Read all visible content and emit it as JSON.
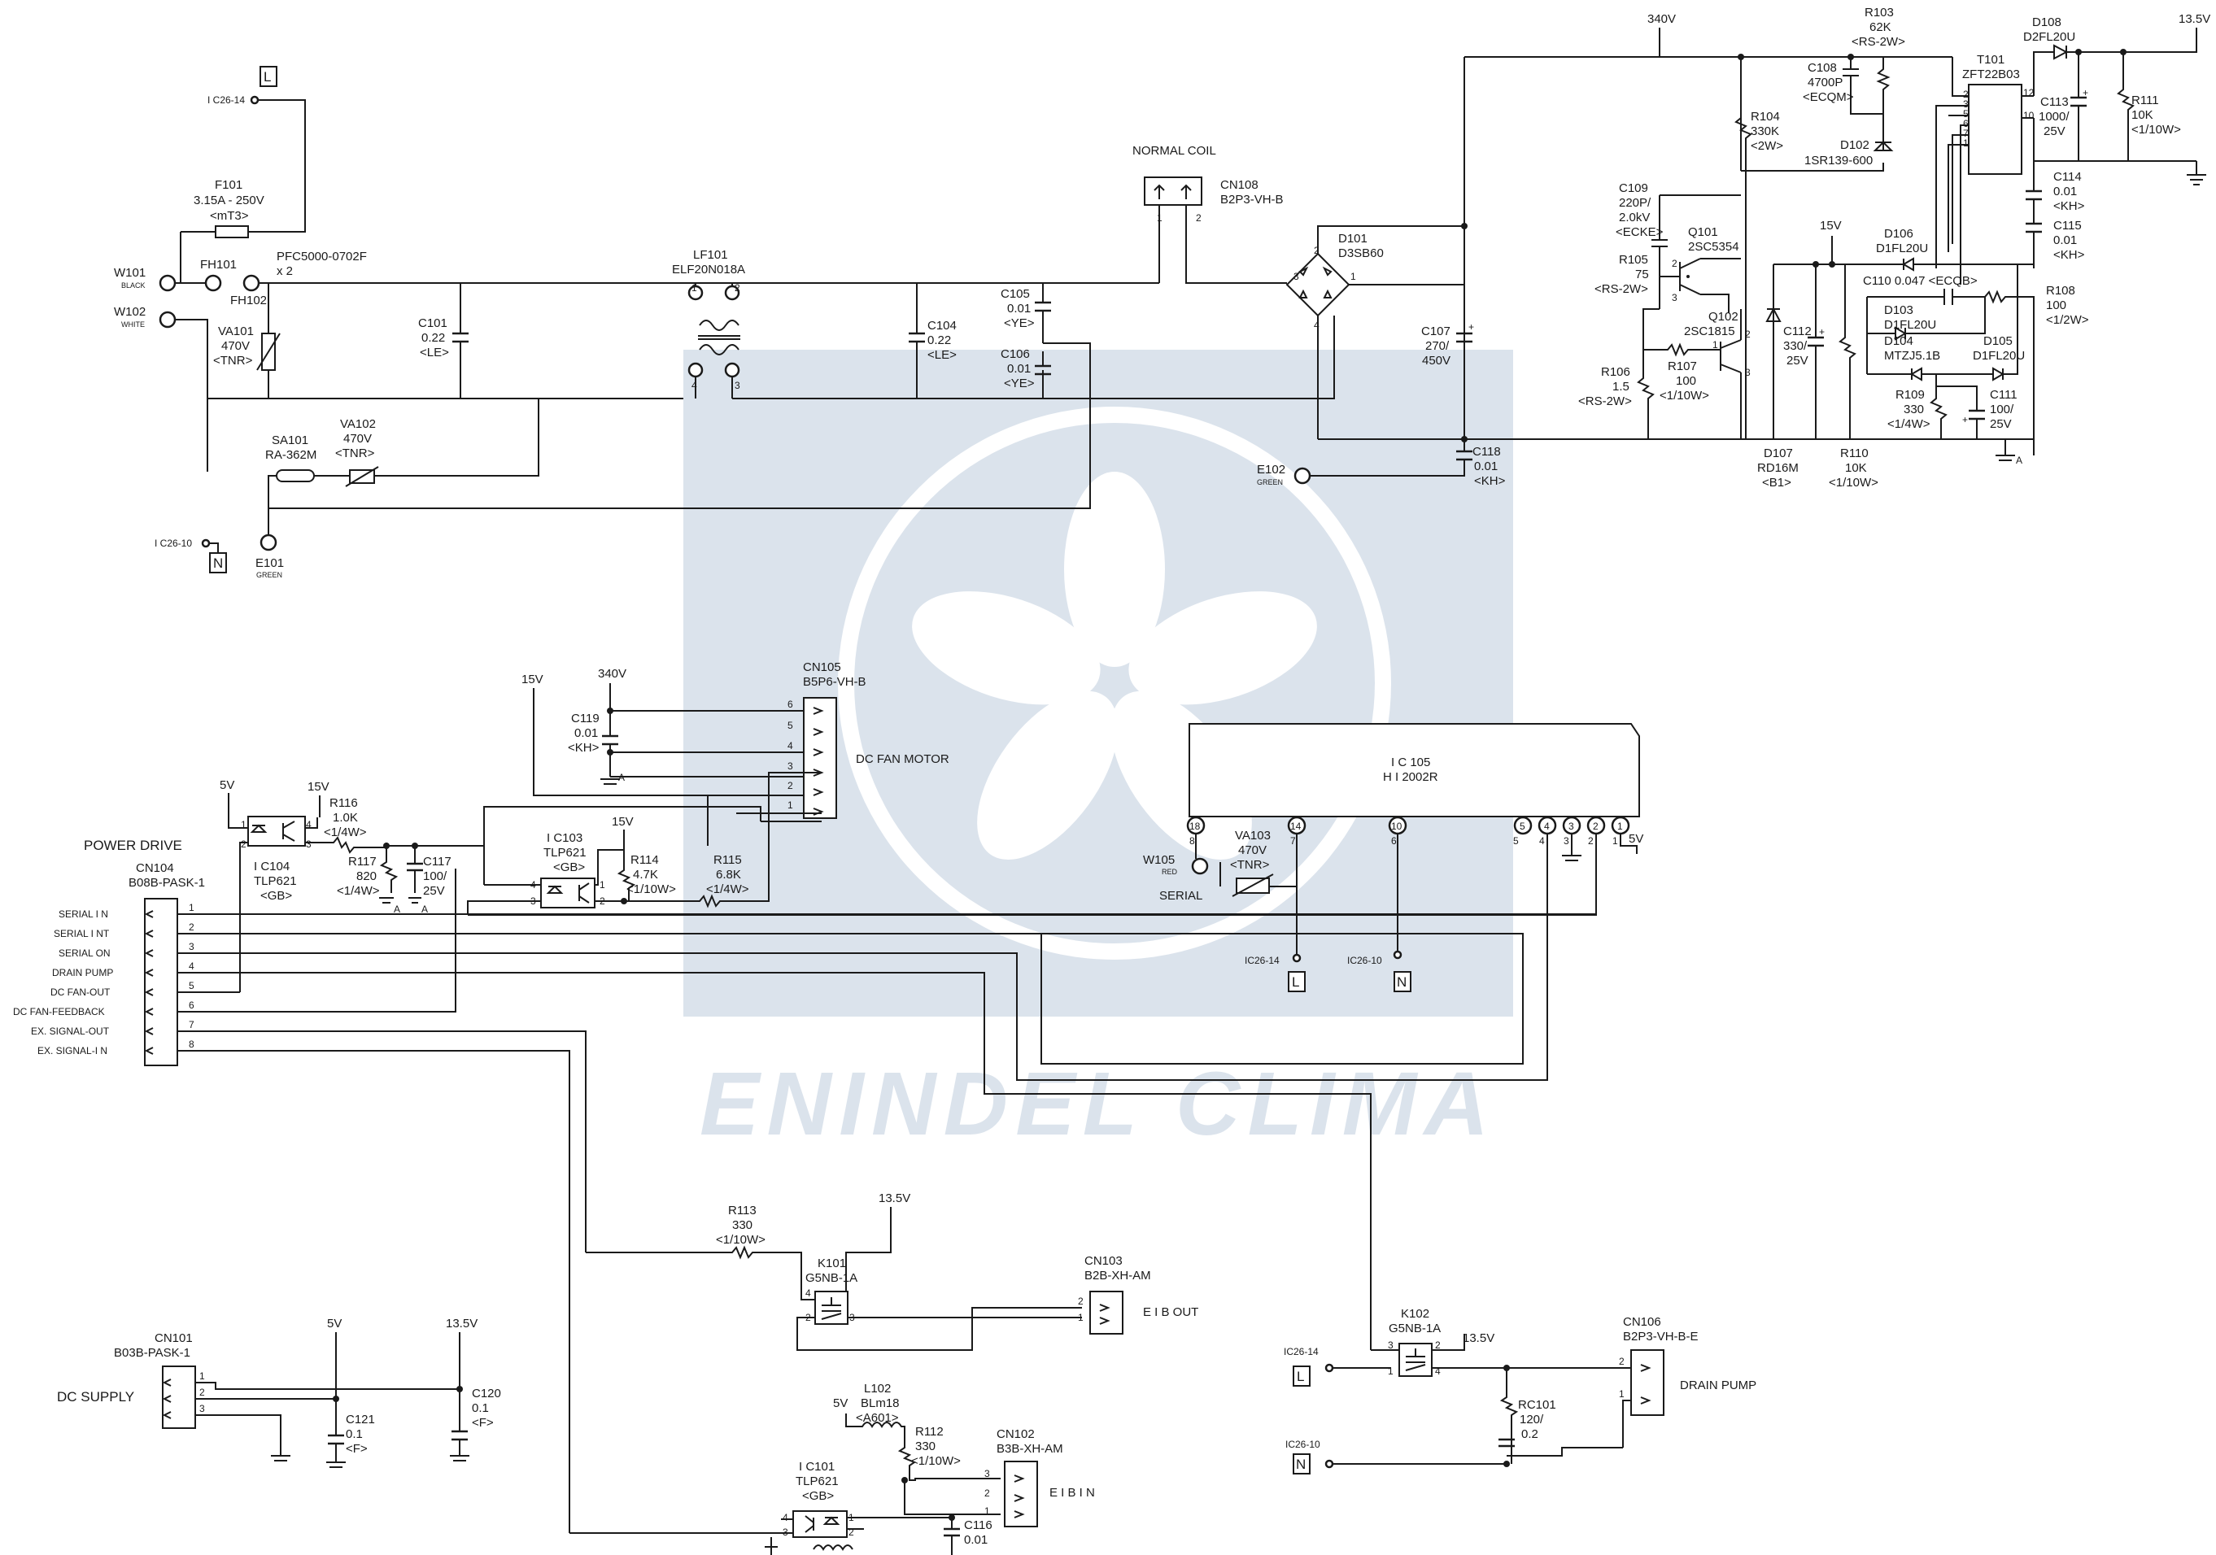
{
  "colors": {
    "ink": "#1a1a1a",
    "watermark": "#2e5c8f"
  },
  "watermark": {
    "text": "ENINDEL CLIMA",
    "icon": "flower-logo-icon"
  },
  "power": {
    "l_tag": "L",
    "n_tag": "N",
    "ic26_14": "I C26-14",
    "ic26_10": "I C26-10",
    "f101": [
      "F101",
      "3.15A - 250V",
      "<mT3>"
    ],
    "pfc": [
      "PFC5000-0702F",
      "x 2"
    ],
    "fh101": "FH101",
    "fh102": "FH102",
    "w101": "W101",
    "w101_sub": "BLACK",
    "w102": "W102",
    "w102_sub": "WHITE",
    "va101": [
      "VA101",
      "470V",
      "<TNR>"
    ],
    "c101": [
      "C101",
      "0.22",
      "<LE>"
    ],
    "lf101": [
      "LF101",
      "ELF20N018A"
    ],
    "c104": [
      "C104",
      "0.22",
      "<LE>"
    ],
    "c105": [
      "C105",
      "0.01",
      "<YE>"
    ],
    "c106": [
      "C106",
      "0.01",
      "<YE>"
    ],
    "normal_coil": "NORMAL COIL",
    "cn108": [
      "CN108",
      "B2P3-VH-B"
    ],
    "d101": [
      "D101",
      "D3SB60"
    ],
    "sa101": [
      "SA101",
      "RA-362M"
    ],
    "va102": [
      "VA102",
      "470V",
      "<TNR>"
    ],
    "e101": "E101",
    "e101_sub": "GREEN",
    "e102": "E102",
    "e102_sub": "GREEN",
    "c107": [
      "C107",
      "270/",
      "450V"
    ],
    "c118": [
      "C118",
      "0.01",
      "<KH>"
    ],
    "v340": "340V",
    "r103": [
      "R103",
      "62K",
      "<RS-2W>"
    ],
    "c108": [
      "C108",
      "4700P",
      "<ECQM>"
    ],
    "r104": [
      "R104",
      "330K",
      "<2W>"
    ],
    "d102": [
      "D102",
      "1SR139-600"
    ],
    "t101": [
      "T101",
      "ZFT22B03"
    ],
    "d108": [
      "D108",
      "D2FL20U"
    ],
    "v135": "13.5V",
    "c113": [
      "C113",
      "1000/",
      "25V"
    ],
    "r111": [
      "R111",
      "10K",
      "<1/10W>"
    ],
    "c114": [
      "C114",
      "0.01",
      "<KH>"
    ],
    "c115": [
      "C115",
      "0.01",
      "<KH>"
    ],
    "c109": [
      "C109",
      "220P/",
      "2.0kV",
      "<ECKE>"
    ],
    "q101": [
      "Q101",
      "2SC5354"
    ],
    "r105": [
      "R105",
      "75",
      "<RS-2W>"
    ],
    "q102": [
      "Q102",
      "2SC1815"
    ],
    "r106": [
      "R106",
      "1.5",
      "<RS-2W>"
    ],
    "r107": [
      "R107",
      "100",
      "<1/10W>"
    ],
    "v15": "15V",
    "d106": [
      "D106",
      "D1FL20U"
    ],
    "c110": "C110 0.047 <ECQB>",
    "r108": [
      "R108",
      "100",
      "<1/2W>"
    ],
    "d103": [
      "D103",
      "D1FL20U"
    ],
    "d104": [
      "D104",
      "MTZJ5.1B"
    ],
    "d105": [
      "D105",
      "D1FL20U"
    ],
    "c112": [
      "C112",
      "330/",
      "25V"
    ],
    "r109": [
      "R109",
      "330",
      "<1/4W>"
    ],
    "c111": [
      "C111",
      "100/",
      "25V"
    ],
    "d107": [
      "D107",
      "RD16M",
      "<B1>"
    ],
    "r110": [
      "R110",
      "10K",
      "<1/10W>"
    ],
    "gnd_a": "A"
  },
  "fan": {
    "v15": "15V",
    "v340": "340V",
    "c119": [
      "C119",
      "0.01",
      "<KH>"
    ],
    "cn105": [
      "CN105",
      "B5P6-VH-B"
    ],
    "title": "DC FAN MOTOR",
    "pins": [
      "6",
      "5",
      "4",
      "3",
      "2",
      "1"
    ],
    "gnd_a": "A"
  },
  "ic105": {
    "name": [
      "I C 105",
      "H I 2002R"
    ],
    "pins": [
      "18",
      "14",
      "10",
      "5",
      "4",
      "3",
      "2",
      "1"
    ],
    "subpins": [
      "8",
      "7",
      "6",
      "5",
      "4",
      "3",
      "2",
      "1"
    ],
    "v5": "5V",
    "w105": "W105",
    "w105_sub": "RED",
    "va103": [
      "VA103",
      "470V",
      "<TNR>"
    ],
    "serial": "SERIAL",
    "ic26_14": "IC26-14",
    "ic26_10": "IC26-10",
    "l_tag": "L",
    "n_tag": "N"
  },
  "cn104": {
    "title": [
      "POWER DRIVE",
      "CN104",
      "B08B-PASK-1"
    ],
    "signals": [
      "SERIAL I N",
      "SERIAL I NT",
      "SERIAL ON",
      "DRAIN PUMP",
      "DC FAN-OUT",
      "DC FAN-FEEDBACK",
      "EX. SIGNAL-OUT",
      "EX. SIGNAL-I N"
    ],
    "pins": [
      "1",
      "2",
      "3",
      "4",
      "5",
      "6",
      "7",
      "8"
    ]
  },
  "drive": {
    "v5": "5V",
    "v15": "15V",
    "r116": [
      "R116",
      "1.0K",
      "<1/4W>"
    ],
    "ic104": [
      "I C104",
      "TLP621",
      "<GB>"
    ],
    "r117": [
      "R117",
      "820",
      "<1/4W>"
    ],
    "c117": [
      "C117",
      "100/",
      "25V"
    ],
    "ic103": [
      "I C103",
      "TLP621",
      "<GB>"
    ],
    "v15b": "15V",
    "r114": [
      "R114",
      "4.7K",
      "<1/10W>"
    ],
    "r115": [
      "R115",
      "6.8K",
      "<1/4W>"
    ],
    "gnd_a": "A"
  },
  "eib_out": {
    "r113": [
      "R113",
      "330",
      "<1/10W>"
    ],
    "v135": "13.5V",
    "k101": [
      "K101",
      "G5NB-1A"
    ],
    "cn103": [
      "CN103",
      "B2B-XH-AM"
    ],
    "title": "E I B OUT",
    "pins": [
      "2",
      "1"
    ]
  },
  "dc_supply": {
    "cn101": [
      "CN101",
      "B03B-PASK-1"
    ],
    "title": "DC SUPPLY",
    "v5": "5V",
    "v135": "13.5V",
    "c121": [
      "C121",
      "0.1",
      "<F>"
    ],
    "c120": [
      "C120",
      "0.1",
      "<F>"
    ],
    "pins": [
      "1",
      "2",
      "3"
    ]
  },
  "eib_in": {
    "l102": [
      "L102",
      "BLm18",
      "<A601>"
    ],
    "v5": "5V",
    "r112": [
      "R112",
      "330",
      "<1/10W>"
    ],
    "cn102": [
      "CN102",
      "B3B-XH-AM"
    ],
    "title": "E I B I N",
    "ic101": [
      "I C101",
      "TLP621",
      "<GB>"
    ],
    "c116": [
      "C116",
      "0.01"
    ],
    "pins": [
      "3",
      "2",
      "1"
    ]
  },
  "drain": {
    "ic26_14": "IC26-14",
    "ic26_10": "IC26-10",
    "l_tag": "L",
    "n_tag": "N",
    "k102": [
      "K102",
      "G5NB-1A"
    ],
    "v135": "13.5V",
    "rc101": [
      "RC101",
      "120/",
      "0.2"
    ],
    "cn106": [
      "CN106",
      "B2P3-VH-B-E"
    ],
    "title": "DRAIN PUMP",
    "pins": [
      "2",
      "1"
    ]
  }
}
